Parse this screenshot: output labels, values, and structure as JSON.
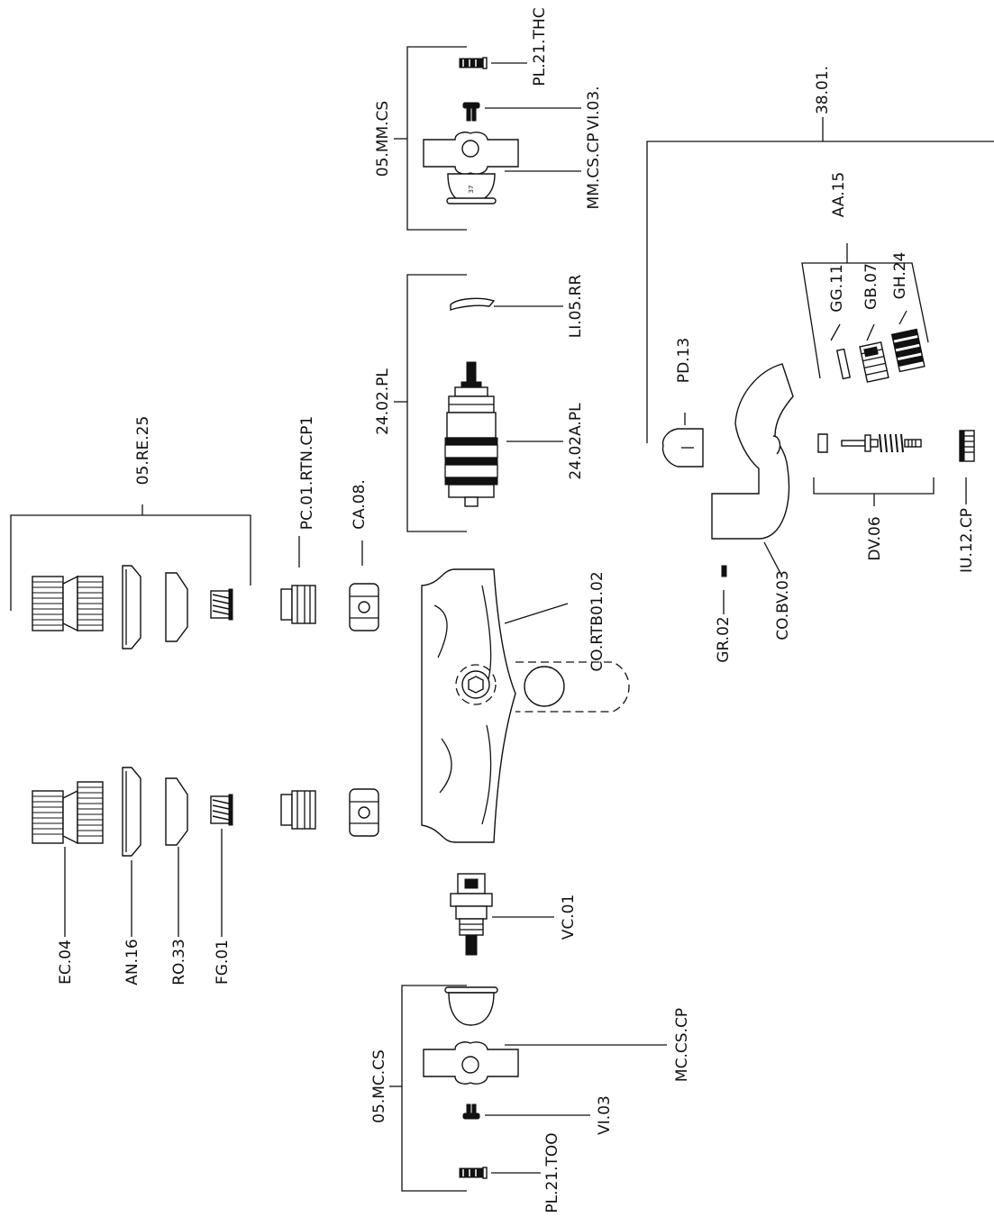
{
  "labels": {
    "pl21thc": "PL.21.THC",
    "vi03a": "VI.03.",
    "mmcscp": "MM.CS.CP",
    "mmcs05": "05.MM.CS",
    "li05rr": "LI.05.RR",
    "pl2402": "24.02.PL",
    "a2402": "24.02A.PL",
    "re25": "05.RE.25",
    "pc01": "PC.01.RTN.CP1",
    "ca08": "CA.08.",
    "rtb": "CO.RTB01.02",
    "vc01": "VC.01",
    "ec04": "EC.04",
    "an16": "AN.16",
    "ro33": "RO.33",
    "fg01": "FG.01",
    "mccscp": "MC.CS.CP",
    "mccs05": "05.MC.CS",
    "vi03b": "VI.03",
    "pl21too": "PL.21.TOO",
    "b3801": "38.01.",
    "aa15": "AA.15",
    "gg11": "GG.11",
    "gb07": "GB.07",
    "gh24": "GH.24",
    "pd13": "PD.13",
    "dv06": "DV.06",
    "iu12": "IU.12.CP",
    "gr02": "GR.02",
    "cobv": "CO.BV.03"
  },
  "handle_number": "37"
}
